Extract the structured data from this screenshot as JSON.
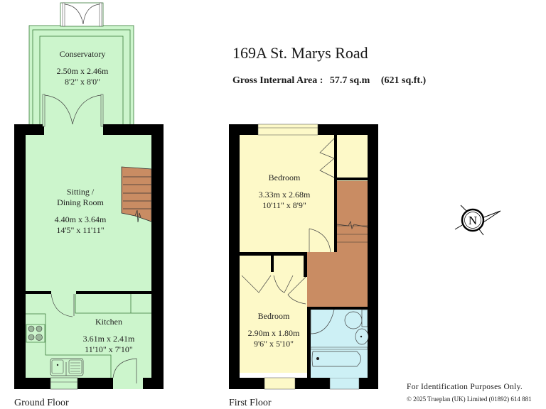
{
  "header": {
    "title": "169A St. Marys Road",
    "gross_internal_area_label": "Gross Internal Area  :",
    "gross_internal_area_metric": "57.7 sq.m",
    "gross_internal_area_imperial": "(621 sq.ft.)"
  },
  "colors": {
    "ground_floor_fill": "#ccf5cc",
    "first_floor_fill": "#fdf9c8",
    "stairs_landing_fill": "#c98c63",
    "bathroom_fill": "#cdf0f5",
    "wall": "#000000"
  },
  "ground_floor": {
    "label": "Ground Floor",
    "rooms": [
      {
        "name": "Conservatory",
        "metric": "2.50m  x  2.46m",
        "imperial": "8'2\"  x  8'0\""
      },
      {
        "name_line1": "Sitting /",
        "name_line2": "Dining Room",
        "metric": "4.40m  x  3.64m",
        "imperial": "14'5\"  x  11'11\""
      },
      {
        "name": "Kitchen",
        "metric": "3.61m  x  2.41m",
        "imperial": "11'10\"  x  7'10\""
      }
    ]
  },
  "first_floor": {
    "label": "First Floor",
    "rooms": [
      {
        "name": "Bedroom",
        "metric": "3.33m  x  2.68m",
        "imperial": "10'11\"  x  8'9\""
      },
      {
        "name": "Bedroom",
        "metric": "2.90m  x  1.80m",
        "imperial": "9'6\"  x  5'10\""
      }
    ]
  },
  "compass": {
    "icon": "north-compass-icon",
    "letter": "N"
  },
  "footer": {
    "disclaimer": "For Identification Purposes Only.",
    "copyright": "© 2025 Trueplan (UK) Limited  (01892) 614 881"
  }
}
